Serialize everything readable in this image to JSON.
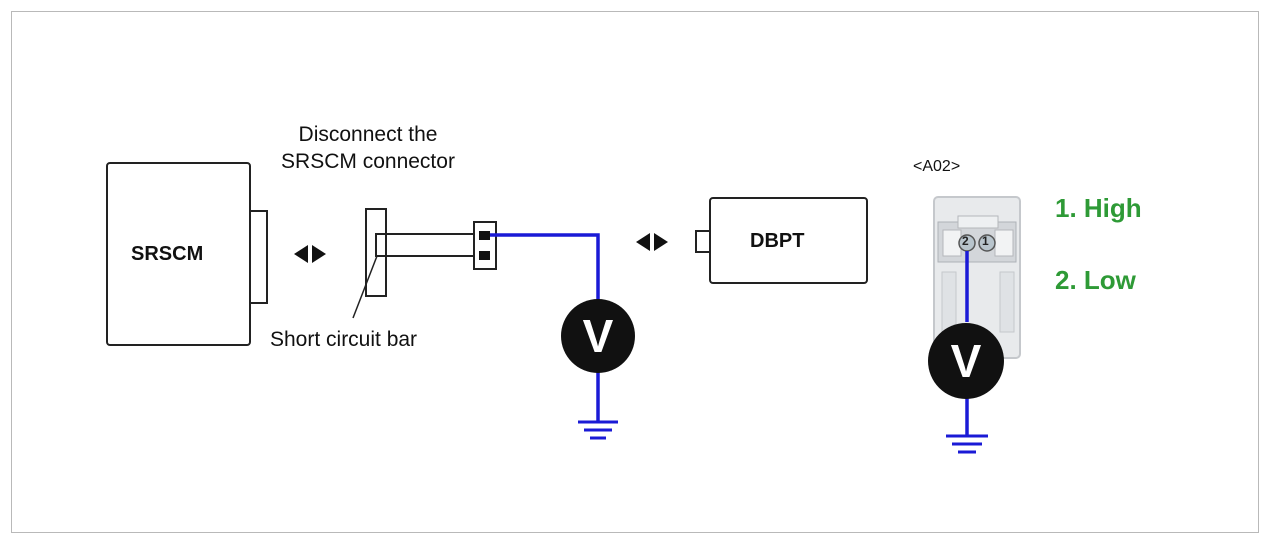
{
  "diagram": {
    "srscm_label": "SRSCM",
    "dbpt_label": "DBPT",
    "disconnect_note_line1": "Disconnect the",
    "disconnect_note_line2": "SRSCM connector",
    "short_bar_note": "Short circuit bar",
    "connector_id": "<A02>",
    "pin_2": "2",
    "pin_1": "1",
    "voltmeter_symbol": "V",
    "legend": [
      {
        "text": "1. High",
        "color": "#2e9a36"
      },
      {
        "text": "2. Low",
        "color": "#2e9a36"
      }
    ],
    "wire_color": "#1a1ad6"
  }
}
